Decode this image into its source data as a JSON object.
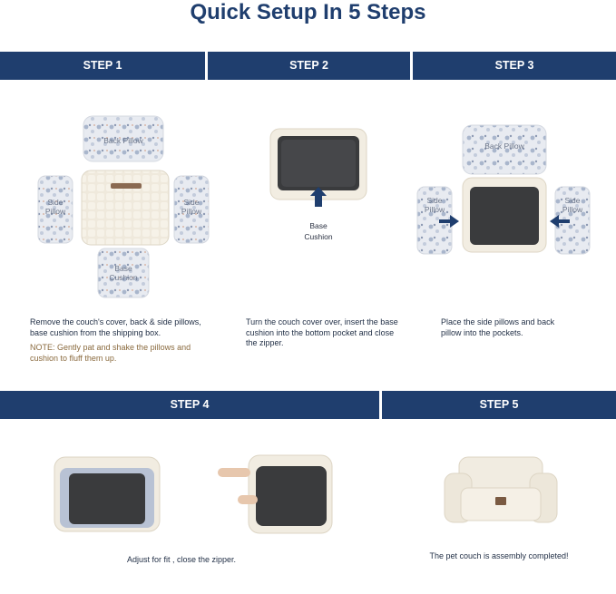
{
  "title": "Quick Setup In 5 Steps",
  "steps": {
    "s1": {
      "label": "STEP 1",
      "text": "Remove the couch's cover, back & side pillows, base cushion from the shipping box.",
      "note": "NOTE: Gently pat and shake the pillows and cushion to fluff them up.",
      "parts": {
        "back_pillow": "Back Pillow",
        "side": "Side",
        "pillow": "Pillow",
        "base": "Base",
        "cushion": "Cushion"
      }
    },
    "s2": {
      "label": "STEP 2",
      "text": "Turn the couch cover over, insert the base cushion into the bottom pocket and close the zipper.",
      "callout_line1": "Base",
      "callout_line2": "Cushion"
    },
    "s3": {
      "label": "STEP 3",
      "text": "Place the side pillows and back pillow into the pockets.",
      "parts": {
        "back_pillow": "Back Pillow",
        "side": "Side",
        "pillow": "Pillow"
      }
    },
    "s4": {
      "label": "STEP 4",
      "text": "Adjust for fit , close the zipper."
    },
    "s5": {
      "label": "STEP 5",
      "text": "The pet couch is assembly completed!"
    }
  },
  "colors": {
    "navy": "#1f3e6e",
    "note": "#8a6a3e",
    "cream": "#ece6d9",
    "cushion": "#3a3b3d"
  }
}
